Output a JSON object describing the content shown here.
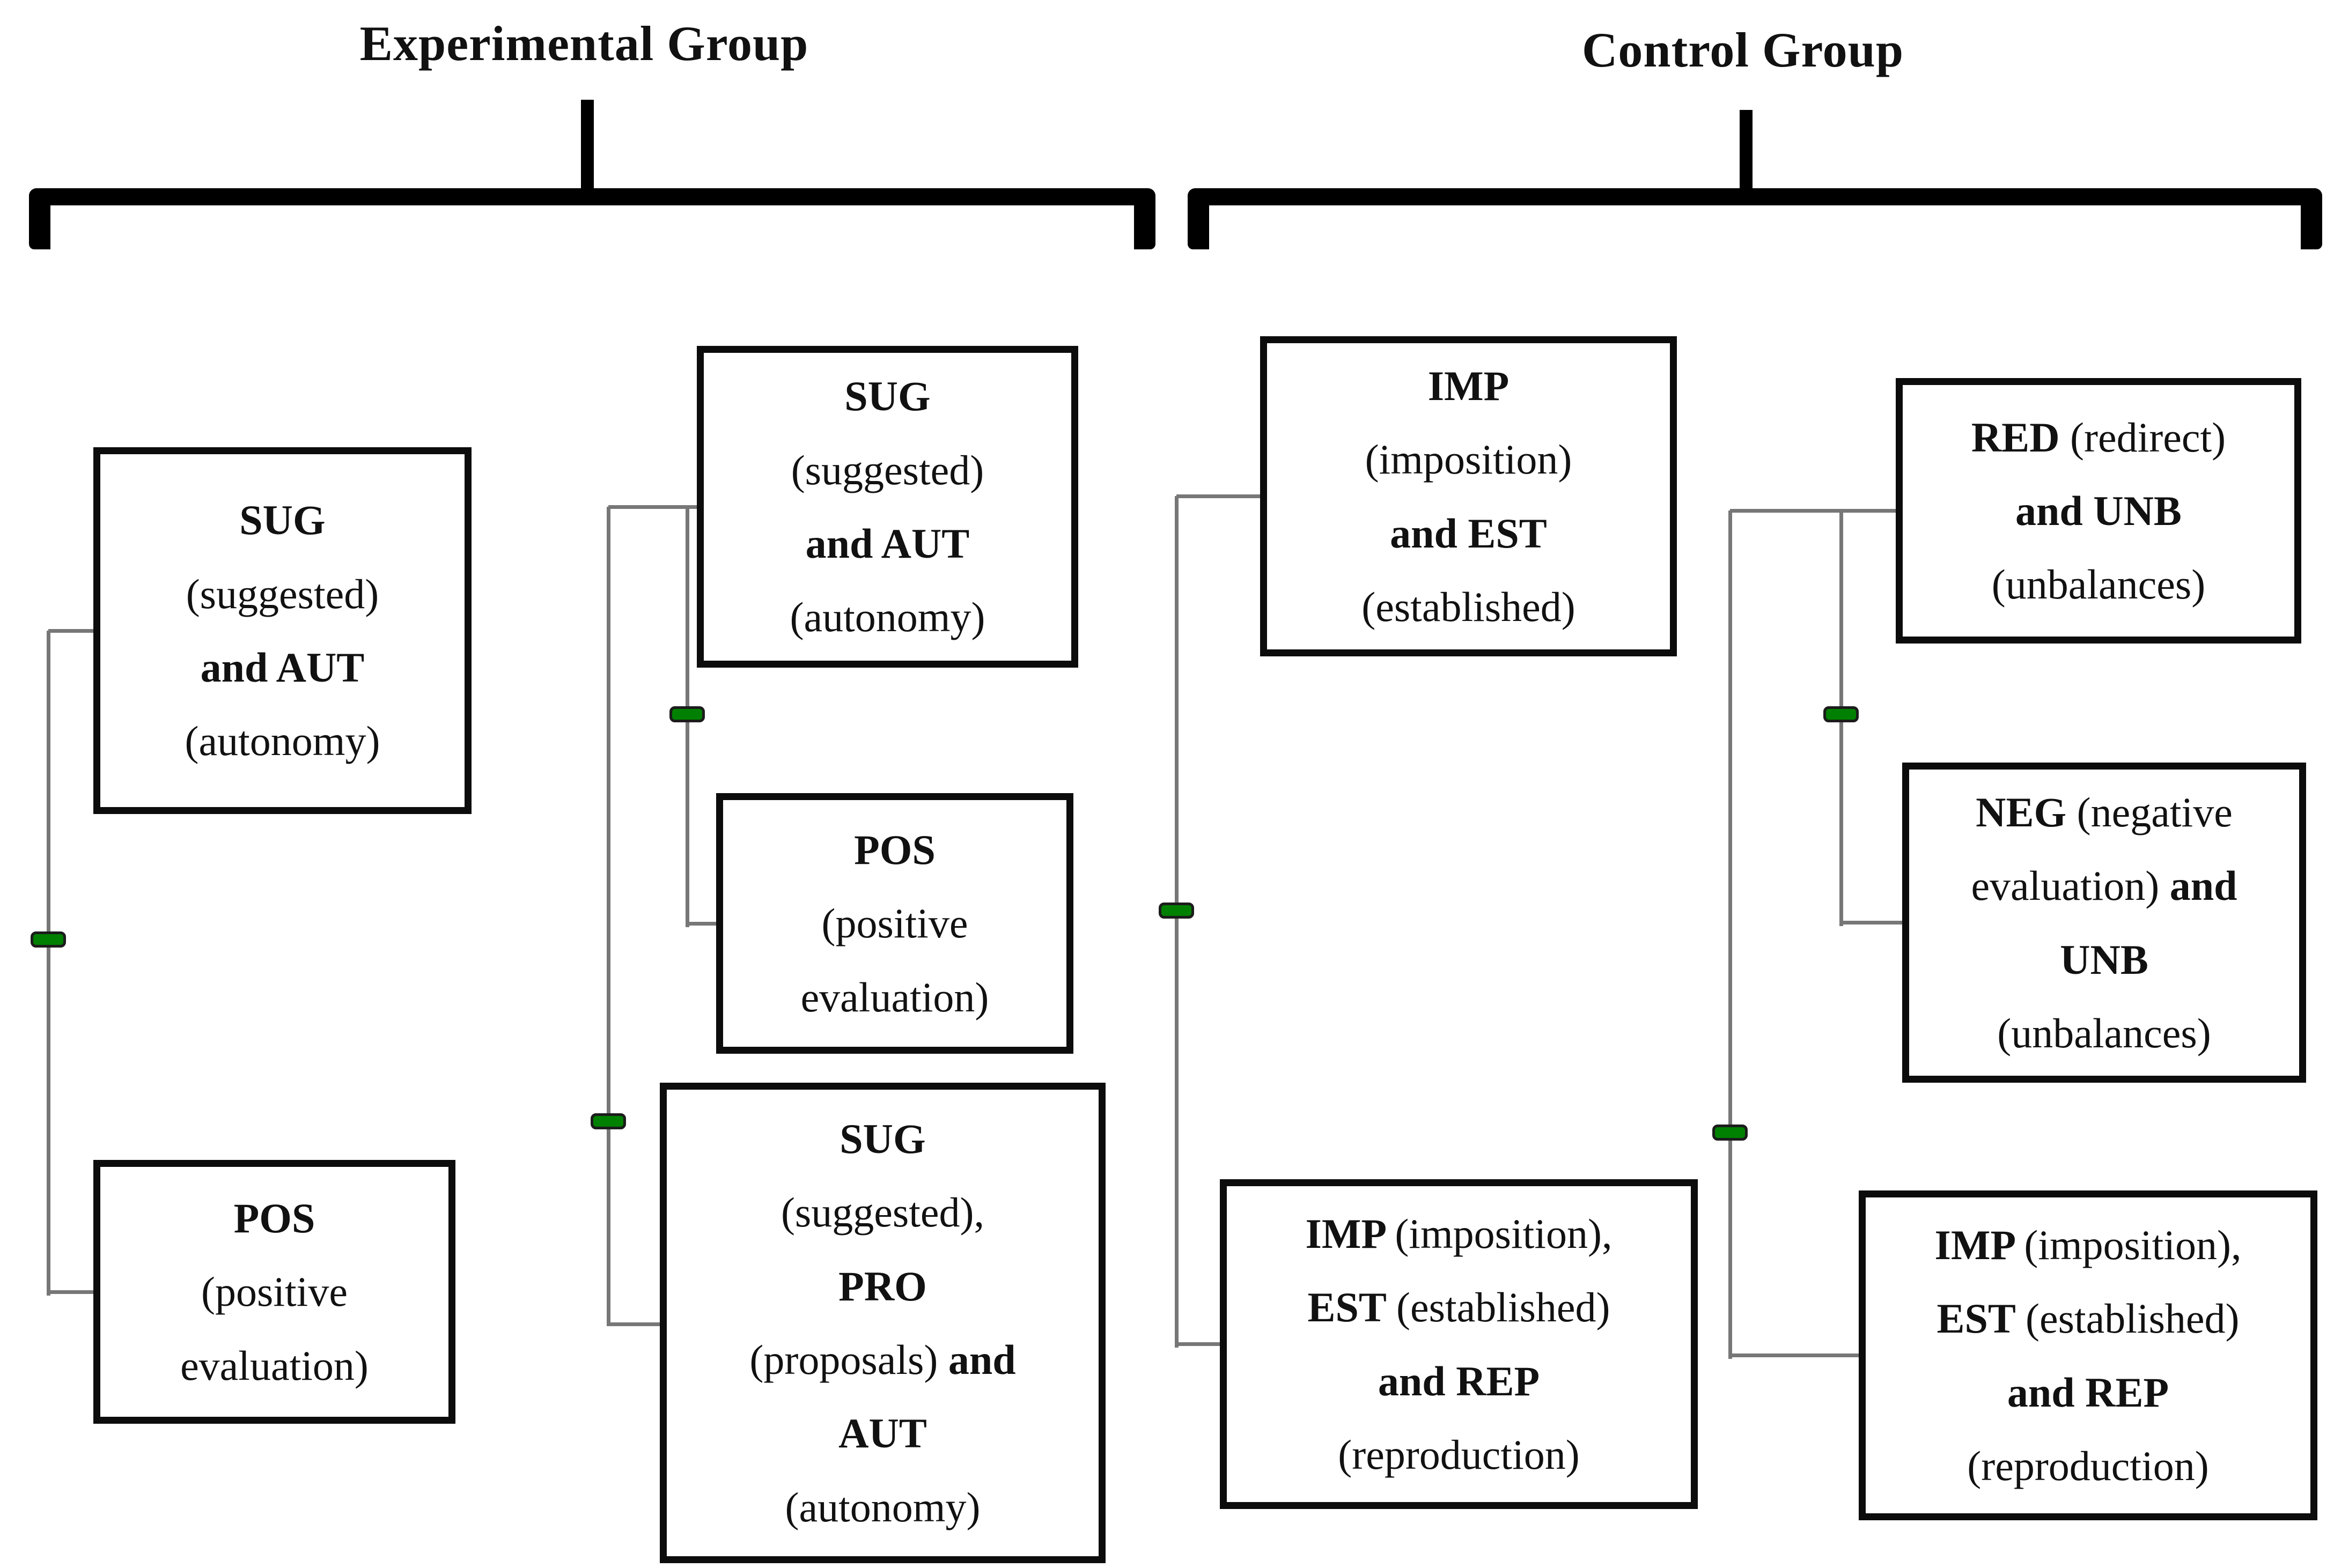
{
  "headers": {
    "experimental": "Experimental Group",
    "control": "Control Group"
  },
  "colors": {
    "tick_green": "#008000",
    "connector_gray": "#777777",
    "box_border": "#0c0c0c",
    "background": "#ffffff"
  },
  "clusters": {
    "exp_left": {
      "top": {
        "lines": [
          [
            {
              "t": "SUG",
              "b": 1
            }
          ],
          [
            {
              "t": "(suggested)",
              "b": 0
            }
          ],
          [
            {
              "t": "and AUT",
              "b": 1
            }
          ],
          [
            {
              "t": "(autonomy)",
              "b": 0
            }
          ]
        ]
      },
      "bottom": {
        "lines": [
          [
            {
              "t": "POS",
              "b": 1
            }
          ],
          [
            {
              "t": "(positive",
              "b": 0
            }
          ],
          [
            {
              "t": "evaluation)",
              "b": 0
            }
          ]
        ]
      }
    },
    "exp_right": {
      "top": {
        "lines": [
          [
            {
              "t": "SUG",
              "b": 1
            }
          ],
          [
            {
              "t": "(suggested)",
              "b": 0
            }
          ],
          [
            {
              "t": "and AUT",
              "b": 1
            }
          ],
          [
            {
              "t": "(autonomy)",
              "b": 0
            }
          ]
        ]
      },
      "middle": {
        "lines": [
          [
            {
              "t": "POS",
              "b": 1
            }
          ],
          [
            {
              "t": "(positive",
              "b": 0
            }
          ],
          [
            {
              "t": "evaluation)",
              "b": 0
            }
          ]
        ]
      },
      "bottom": {
        "lines": [
          [
            {
              "t": "SUG",
              "b": 1
            }
          ],
          [
            {
              "t": "(suggested),",
              "b": 0
            }
          ],
          [
            {
              "t": "PRO",
              "b": 1
            }
          ],
          [
            {
              "t": "(proposals) ",
              "b": 0
            },
            {
              "t": "and",
              "b": 1
            }
          ],
          [
            {
              "t": "AUT",
              "b": 1
            }
          ],
          [
            {
              "t": "(autonomy)",
              "b": 0
            }
          ]
        ]
      }
    },
    "ctrl_left": {
      "top": {
        "lines": [
          [
            {
              "t": "IMP",
              "b": 1
            }
          ],
          [
            {
              "t": "(imposition)",
              "b": 0
            }
          ],
          [
            {
              "t": "and EST",
              "b": 1
            }
          ],
          [
            {
              "t": "(established)",
              "b": 0
            }
          ]
        ]
      },
      "bottom": {
        "lines": [
          [
            {
              "t": "IMP ",
              "b": 1
            },
            {
              "t": "(imposition),",
              "b": 0
            }
          ],
          [
            {
              "t": "EST ",
              "b": 1
            },
            {
              "t": "(established)",
              "b": 0
            }
          ],
          [
            {
              "t": "and REP",
              "b": 1
            }
          ],
          [
            {
              "t": "(reproduction)",
              "b": 0
            }
          ]
        ]
      }
    },
    "ctrl_right": {
      "top": {
        "lines": [
          [
            {
              "t": "RED ",
              "b": 1
            },
            {
              "t": "(redirect)",
              "b": 0
            }
          ],
          [
            {
              "t": "and UNB",
              "b": 1
            }
          ],
          [
            {
              "t": "(unbalances)",
              "b": 0
            }
          ]
        ]
      },
      "middle": {
        "lines": [
          [
            {
              "t": "NEG ",
              "b": 1
            },
            {
              "t": "(negative",
              "b": 0
            }
          ],
          [
            {
              "t": "evaluation) ",
              "b": 0
            },
            {
              "t": "and",
              "b": 1
            }
          ],
          [
            {
              "t": "UNB",
              "b": 1
            }
          ],
          [
            {
              "t": "(unbalances)",
              "b": 0
            }
          ]
        ]
      },
      "bottom": {
        "lines": [
          [
            {
              "t": "IMP ",
              "b": 1
            },
            {
              "t": "(imposition),",
              "b": 0
            }
          ],
          [
            {
              "t": "EST ",
              "b": 1
            },
            {
              "t": "(established)",
              "b": 0
            }
          ],
          [
            {
              "t": "and REP",
              "b": 1
            }
          ],
          [
            {
              "t": "(reproduction)",
              "b": 0
            }
          ]
        ]
      }
    }
  }
}
